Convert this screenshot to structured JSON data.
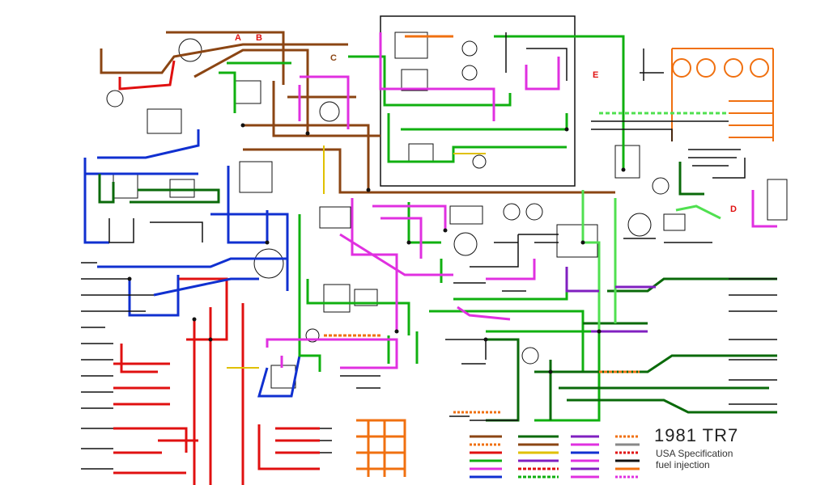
{
  "title": {
    "main": "1981 TR7",
    "line1": "USA Specification",
    "line2": "fuel injection"
  },
  "connectors": [
    "A",
    "B",
    "C",
    "D",
    "E"
  ],
  "colors": {
    "brown": "#8b4513",
    "red": "#e01010",
    "blue": "#1030d0",
    "green": "#10b010",
    "darkgreen": "#0a6a0a",
    "lightgreen": "#50e050",
    "magenta": "#e030e0",
    "purple": "#8020c0",
    "orange": "#f07010",
    "black": "#111111",
    "grey": "#888888",
    "yellow": "#e0c000"
  }
}
